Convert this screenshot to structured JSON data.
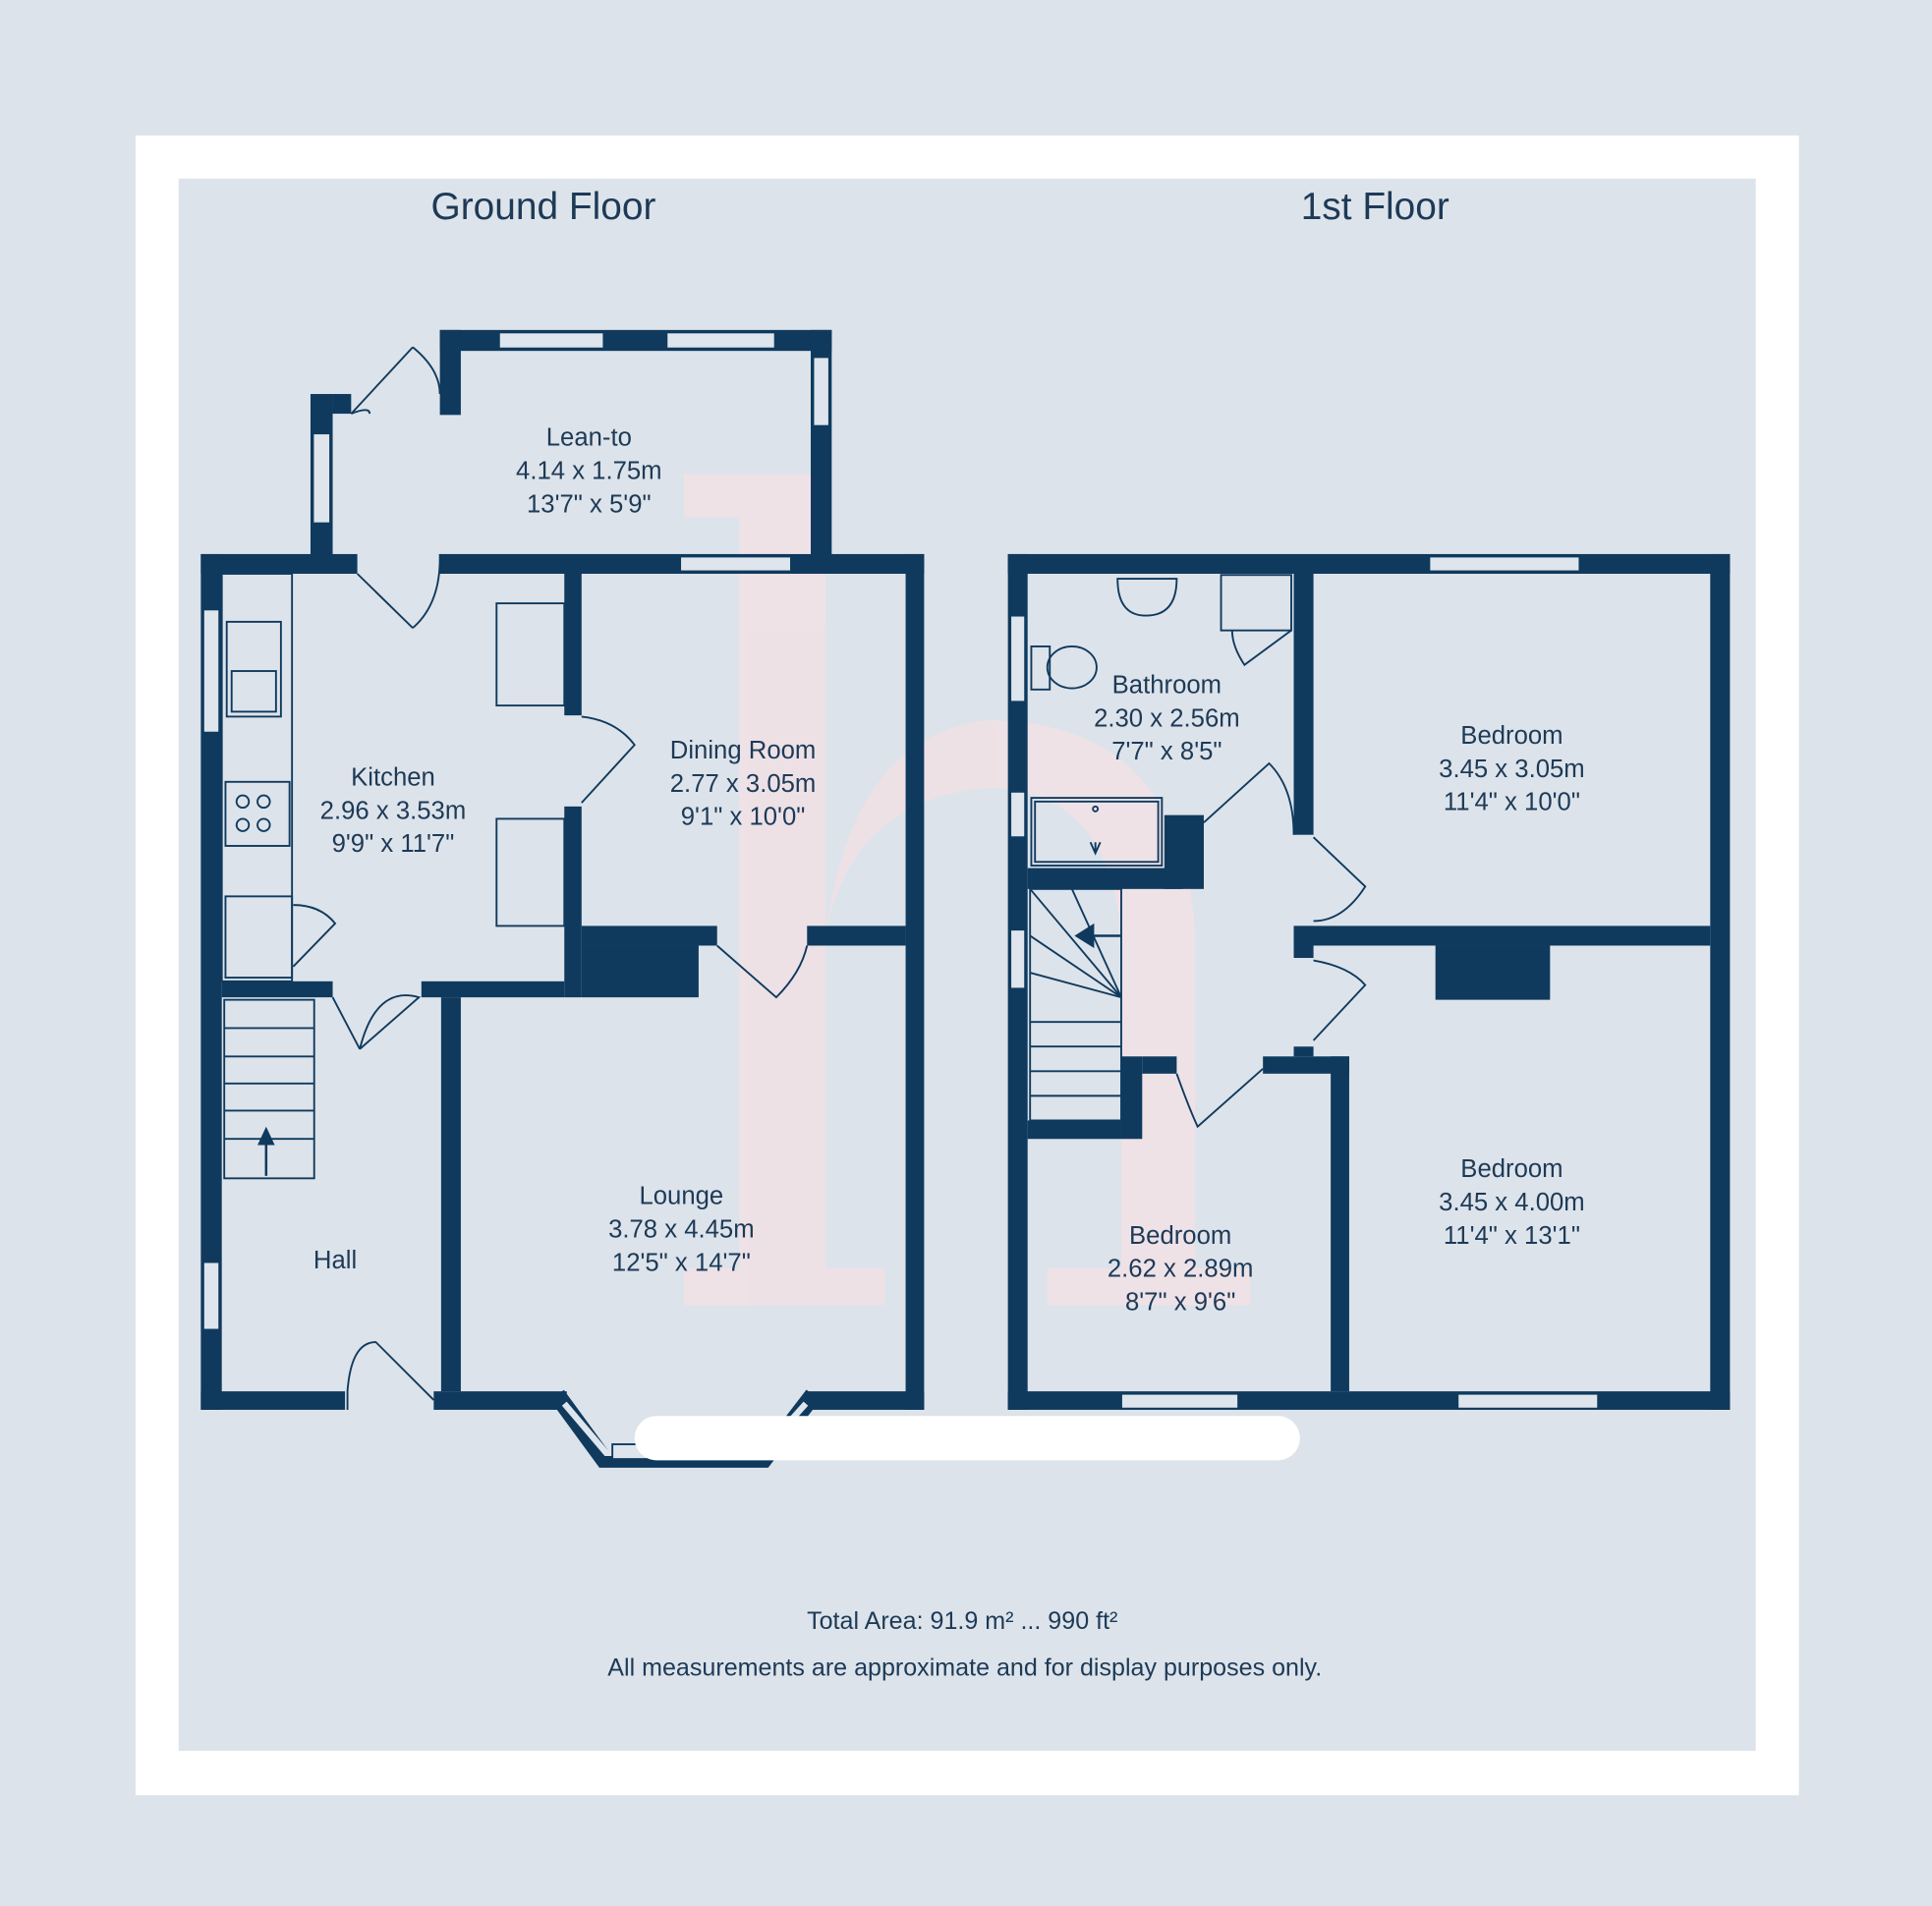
{
  "floors": [
    {
      "title": "Ground Floor",
      "rooms": [
        {
          "name": "Lean-to",
          "metric": "4.14 x 1.75m",
          "imperial": "13'7\" x 5'9\""
        },
        {
          "name": "Kitchen",
          "metric": "2.96 x 3.53m",
          "imperial": "9'9\" x 11'7\""
        },
        {
          "name": "Dining Room",
          "metric": "2.77 x 3.05m",
          "imperial": "9'1\" x 10'0\""
        },
        {
          "name": "Lounge",
          "metric": "3.78 x 4.45m",
          "imperial": "12'5\" x 14'7\""
        },
        {
          "name": "Hall"
        }
      ]
    },
    {
      "title": "1st Floor",
      "rooms": [
        {
          "name": "Bathroom",
          "metric": "2.30 x 2.56m",
          "imperial": "7'7\" x 8'5\""
        },
        {
          "name": "Bedroom",
          "metric": "3.45 x 3.05m",
          "imperial": "11'4\" x 10'0\""
        },
        {
          "name": "Bedroom",
          "metric": "2.62 x 2.89m",
          "imperial": "8'7\" x 9'6\""
        },
        {
          "name": "Bedroom",
          "metric": "3.45 x 4.00m",
          "imperial": "11'4\" x 13'1\""
        }
      ]
    }
  ],
  "footer": {
    "total_area": "Total Area: 91.9 m² ... 990 ft²",
    "disclaimer": "All measurements are approximate and for display purposes only."
  },
  "colors": {
    "wall": "#0f3a5e",
    "background": "#dde3ea",
    "frame": "#ffffff",
    "text": "#1d3a57"
  }
}
